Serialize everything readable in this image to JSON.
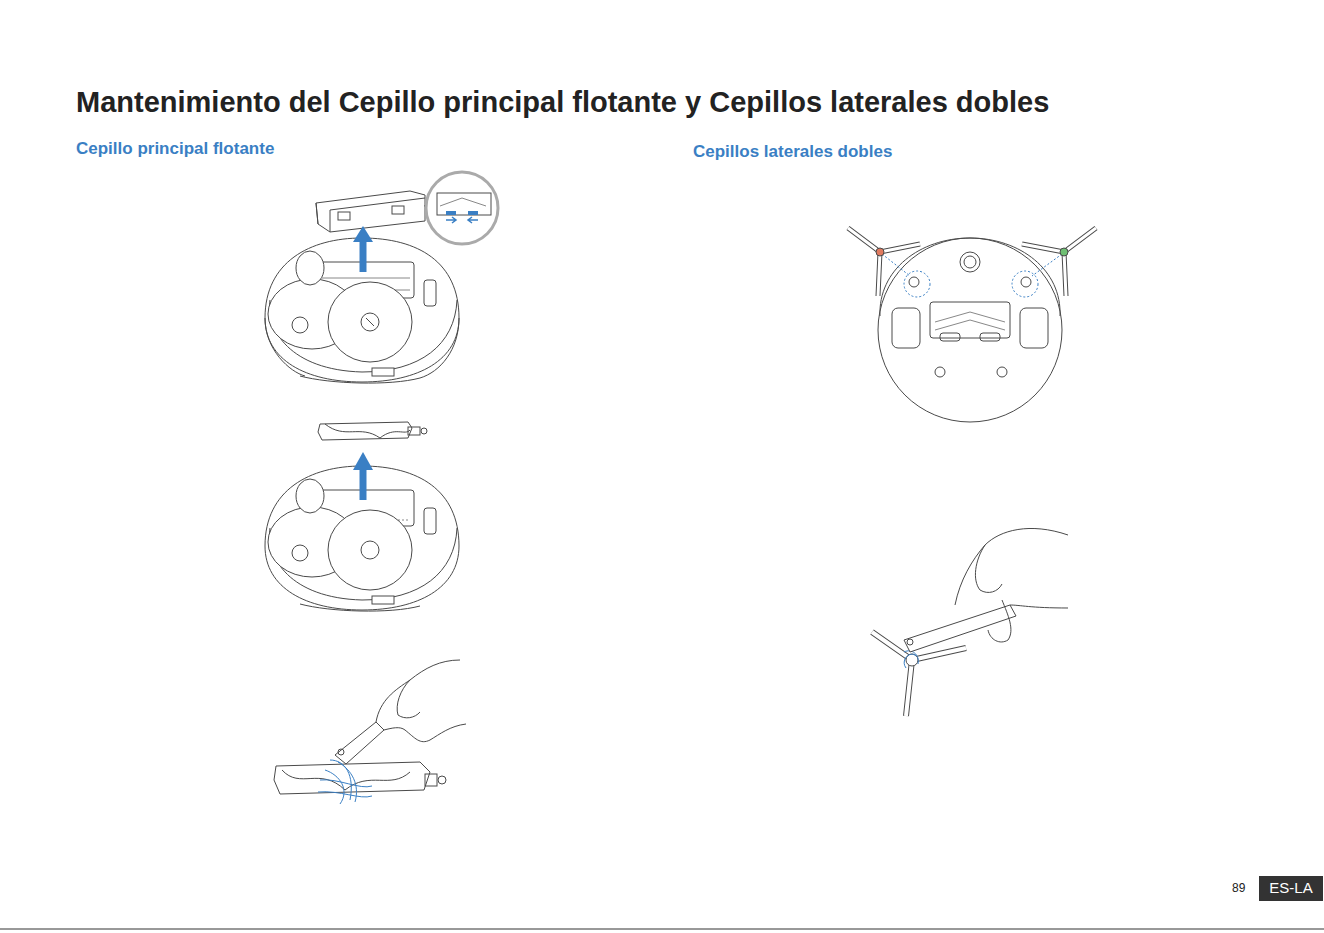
{
  "diagram": {
    "title": "Mantenimiento del Cepillo principal flotante y Cepillos laterales dobles",
    "nodes": [
      {
        "text": [
          "ES-LA"
        ]
      }
    ],
    "labels": [
      "Cepillo principal flotante",
      "Cepillos laterales dobles",
      "89"
    ]
  }
}
